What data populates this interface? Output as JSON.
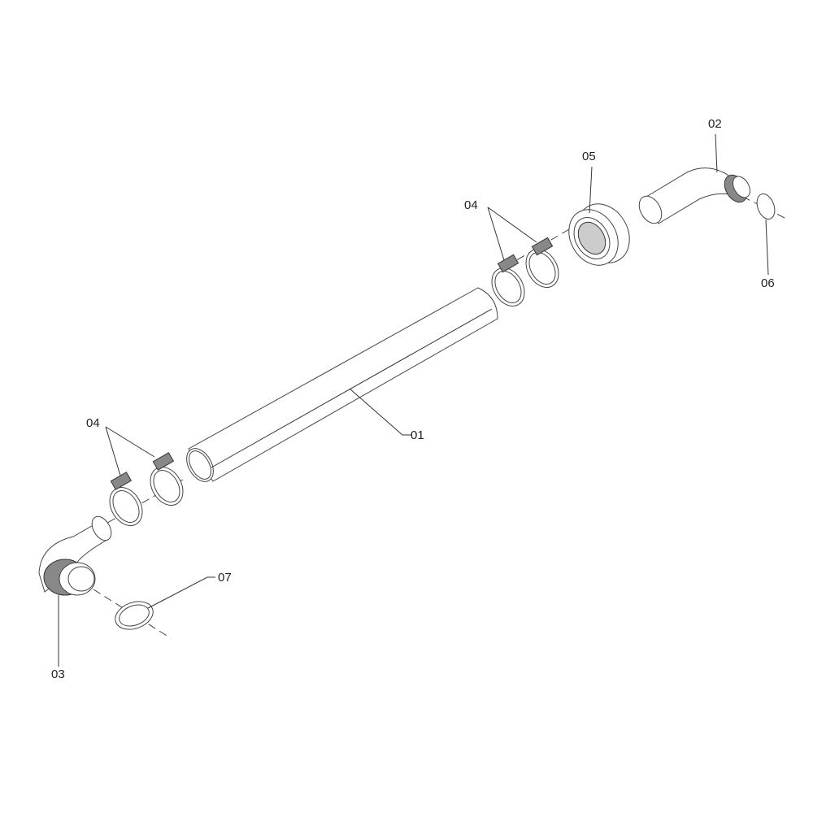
{
  "labels": {
    "tube": "01",
    "elbow_top": "02",
    "elbow_bottom": "03",
    "clamps_top": "04",
    "clamps_bottom": "04",
    "nut": "05",
    "gasket_top": "06",
    "gasket_bottom": "07"
  }
}
